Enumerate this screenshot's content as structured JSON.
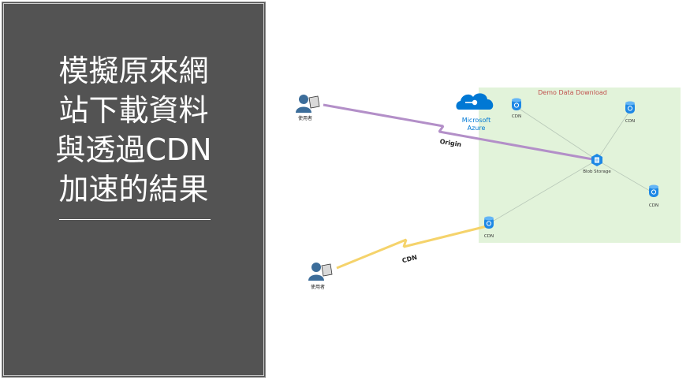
{
  "slide": {
    "title": "模擬原來網\n站下載資料\n與透過CDN\n加速的結果"
  },
  "diagram": {
    "region_label": "Demo Data Download",
    "azure_label_line1": "Microsoft",
    "azure_label_line2": "Azure",
    "blob_label": "Blob Storage",
    "cdn_label": "CDN",
    "user_label": "使用者",
    "origin_link_label": "Origin",
    "cdn_link_label": "CDN"
  },
  "colors": {
    "panel_bg": "#535353",
    "region_fill": "#e2f3da",
    "azure_blue": "#0078d4",
    "origin_link": "#b38fc8",
    "cdn_link": "#f5d36b",
    "region_label_color": "#c0504d"
  },
  "icons": {
    "cloud": "azure-cloud-icon",
    "blob": "blob-storage-icon",
    "cdn": "cdn-icon",
    "user": "user-icon"
  }
}
